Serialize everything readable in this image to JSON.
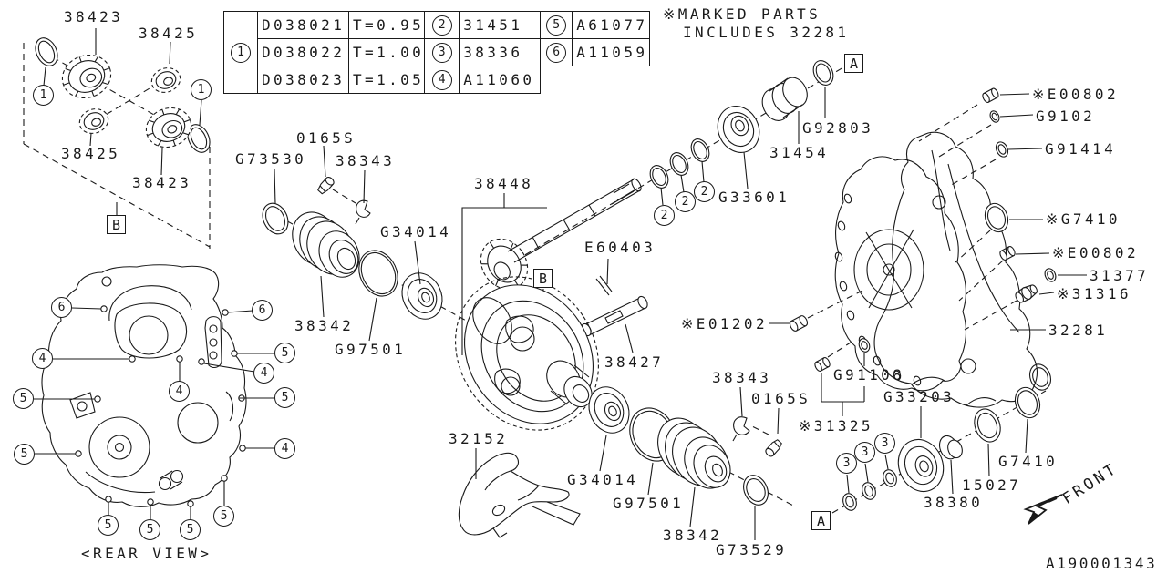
{
  "note": {
    "line1": "※MARKED PARTS",
    "line2": "INCLUDES 32281"
  },
  "table": {
    "group_ref": "1",
    "rows": [
      {
        "code": "D038021",
        "thickness": "T=0.95",
        "ref_a": "2",
        "part_a": "31451",
        "ref_b": "5",
        "part_b": "A61077"
      },
      {
        "code": "D038022",
        "thickness": "T=1.00",
        "ref_a": "3",
        "part_a": "38336",
        "ref_b": "6",
        "part_b": "A11059"
      },
      {
        "code": "D038023",
        "thickness": "T=1.05",
        "ref_a": "4",
        "part_a": "A11060",
        "ref_b": "",
        "part_b": ""
      }
    ]
  },
  "labels": {
    "part_38423_upper": "38423",
    "part_38425_upper": "38425",
    "part_38425_lower": "38425",
    "part_38423_lower": "38423",
    "g73530": "G73530",
    "bolt_0165s_upper": "0165S",
    "clip_38343_upper": "38343",
    "pinion_38448": "38448",
    "g34014_upper": "G34014",
    "pin_e60403": "E60403",
    "drum_38342_upper": "38342",
    "g97501_upper": "G97501",
    "g33601": "G33601",
    "cyl_31454": "31454",
    "g92803": "G92803",
    "e00802_upper": "※E00802",
    "g9102": "G9102",
    "g91414": "G91414",
    "g7410_upper": "※G7410",
    "e00802_mid": "※E00802",
    "p31377": "31377",
    "p31316": "※31316",
    "case_32281": "32281",
    "e01202": "※E01202",
    "g91108": "G91108",
    "p31325": "※31325",
    "g33203": "G33203",
    "shaft_38427": "38427",
    "clip_38343_lower": "38343",
    "bolt_0165s_lower": "0165S",
    "bracket_32152": "32152",
    "g34014_lower": "G34014",
    "g97501_lower": "G97501",
    "drum_38342_lower": "38342",
    "g73529": "G73529",
    "g7410_lower": "G7410",
    "p15027": "15027",
    "p38380": "38380"
  },
  "refs": {
    "r1": "1",
    "r2": "2",
    "r3": "3",
    "r4": "4",
    "r5": "5",
    "r6": "6"
  },
  "inserts": {
    "a": "A",
    "b": "B"
  },
  "captions": {
    "rear_view": "<REAR VIEW>",
    "front": "FRONT",
    "diagram_id": "A190001343"
  }
}
